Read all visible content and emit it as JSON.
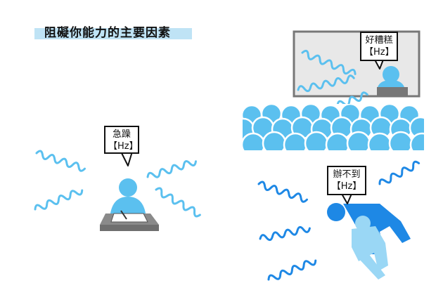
{
  "title": "阻礙你能力的主要因素",
  "colors": {
    "accent": "#5bc0ef",
    "accent_dark": "#1e88e5",
    "title_band": "#bfe3f5",
    "desk": "#8a8a8a",
    "screen": "#e8e8e8"
  },
  "panels": {
    "focus": {
      "word": "急躁",
      "unit": "【Hz】"
    },
    "presentation": {
      "word": "好糟糕",
      "unit": "【Hz】"
    },
    "conflict": {
      "word": "辦不到",
      "unit": "【Hz】"
    }
  }
}
